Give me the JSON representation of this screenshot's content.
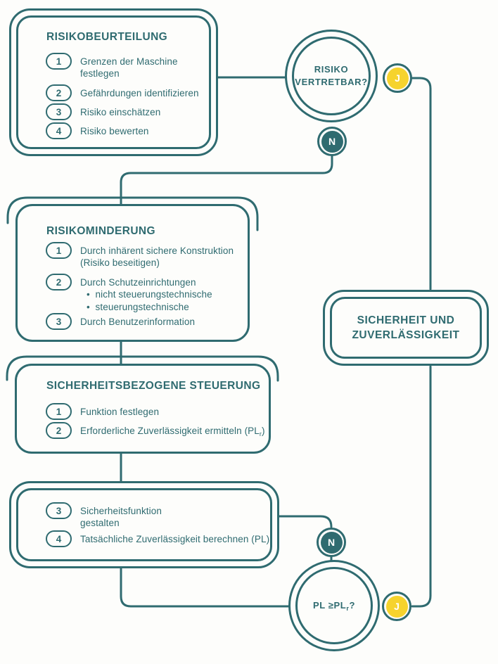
{
  "palette": {
    "teal": "#2f6b70",
    "yellow": "#f6d32d",
    "bg": "#fdfdfb",
    "white": "#ffffff"
  },
  "boxes": {
    "risikobeurteilung": {
      "title": "RISIKOBEURTEILUNG",
      "items": [
        {
          "num": "1",
          "line1": "Grenzen der Maschine",
          "line2": "festlegen"
        },
        {
          "num": "2",
          "line1": "Gefährdungen identifizieren"
        },
        {
          "num": "3",
          "line1": "Risiko einschätzen"
        },
        {
          "num": "4",
          "line1": "Risiko bewerten"
        }
      ]
    },
    "risikominderung": {
      "title": "RISIKOMINDERUNG",
      "items": [
        {
          "num": "1",
          "line1": "Durch inhärent sichere Konstruktion",
          "line2": "(Risiko beseitigen)"
        },
        {
          "num": "2",
          "line1": "Durch Schutzeinrichtungen",
          "bullets": [
            "nicht steuerungstechnische",
            "steuerungstechnische"
          ]
        },
        {
          "num": "3",
          "line1": "Durch Benutzerinformation"
        }
      ]
    },
    "steuerung": {
      "title": "SICHERHEITSBEZOGENE STEUERUNG",
      "items": [
        {
          "num": "1",
          "line1": "Funktion festlegen"
        },
        {
          "num": "2",
          "text": "Erforderliche Zuverlässigkeit ermitteln (PL",
          "sub": "r",
          "suffix": ")"
        }
      ]
    },
    "umsetzung": {
      "items": [
        {
          "num": "3",
          "line1": "Sicherheitsfunktion",
          "line2": "gestalten"
        },
        {
          "num": "4",
          "line1": "Tatsächliche Zuverlässigkeit berechnen (PL)"
        }
      ]
    },
    "sicherheit": {
      "line1": "SICHERHEIT UND",
      "line2": "ZUVERLÄSSIGKEIT"
    }
  },
  "decisions": {
    "risk": {
      "line1": "RISIKO",
      "line2": "VERTRETBAR?"
    },
    "pl": {
      "main": "PL ≥PL",
      "sub": "r",
      "suffix": "?"
    }
  },
  "badges": {
    "yes_label": "J",
    "no_label": "N"
  }
}
